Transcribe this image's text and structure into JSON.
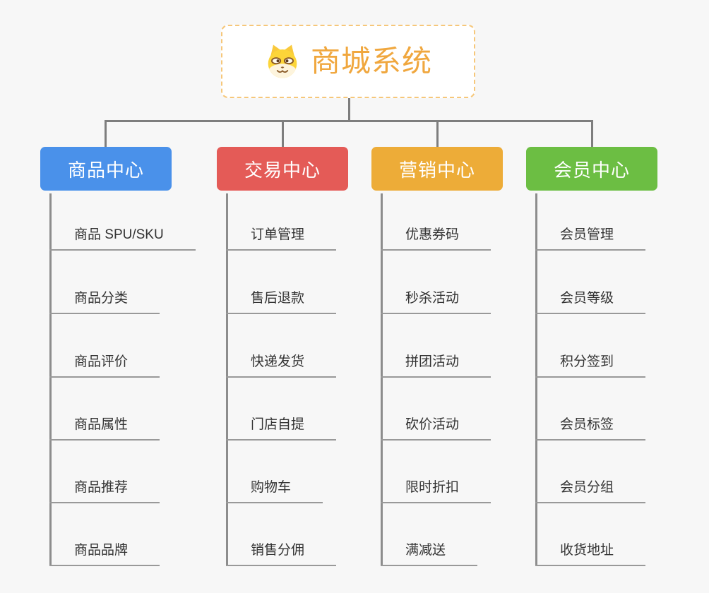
{
  "root": {
    "title": "商城系统",
    "icon": "dog-face-icon",
    "title_color": "#f0a73e",
    "border_color": "#f6c77a"
  },
  "connector_color": "#7e7e7e",
  "branches": [
    {
      "label": "商品中心",
      "color": "#4a91ea",
      "children": [
        "商品 SPU/SKU",
        "商品分类",
        "商品评价",
        "商品属性",
        "商品推荐",
        "商品品牌"
      ]
    },
    {
      "label": "交易中心",
      "color": "#e45b57",
      "children": [
        "订单管理",
        "售后退款",
        "快递发货",
        "门店自提",
        "购物车",
        "销售分佣"
      ]
    },
    {
      "label": "营销中心",
      "color": "#edac38",
      "children": [
        "优惠券码",
        "秒杀活动",
        "拼团活动",
        "砍价活动",
        "限时折扣",
        "满减送"
      ]
    },
    {
      "label": "会员中心",
      "color": "#6cbe43",
      "children": [
        "会员管理",
        "会员等级",
        "积分签到",
        "会员标签",
        "会员分组",
        "收货地址"
      ]
    }
  ]
}
